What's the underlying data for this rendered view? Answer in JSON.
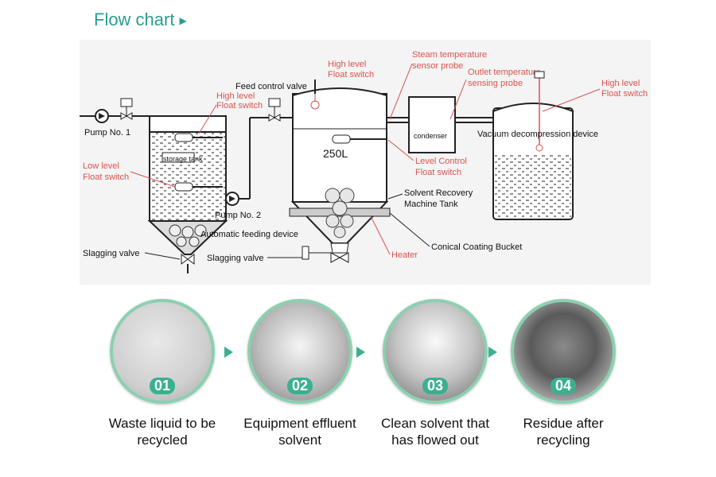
{
  "header": {
    "title": "Flow chart"
  },
  "diagram": {
    "labels": {
      "pump1": "Pump No. 1",
      "high_level_float_1": "High level\nFloat switch",
      "storage_tank": "storage tank",
      "low_level_float": "Low level\nFloat switch",
      "pump2": "Pump No. 2",
      "auto_feed": "Automatic feeding device",
      "slagging_valve_1": "Slagging valve",
      "slagging_valve_2": "Slagging valve",
      "feed_control_valve": "Feed control valve",
      "high_level_float_2": "High level\nFloat switch",
      "tank_volume": "250L",
      "level_control": "Level Control\nFloat switch",
      "solvent_recovery": "Solvent Recovery\nMachine Tank",
      "heater": "Heater",
      "conical_bucket": "Conical Coating Bucket",
      "steam_probe": "Steam temperature\nsensor probe",
      "condenser": "condenser",
      "outlet_probe": "Outlet temperature\nsensing probe",
      "vacuum_device": "Vacuum decompression device",
      "high_level_float_3": "High level\nFloat switch"
    }
  },
  "steps": [
    {
      "number": "01",
      "caption_line1": "Waste liquid to be",
      "caption_line2": "recycled"
    },
    {
      "number": "02",
      "caption_line1": "Equipment effluent",
      "caption_line2": "solvent"
    },
    {
      "number": "03",
      "caption_line1": "Clean solvent that",
      "caption_line2": "has flowed out"
    },
    {
      "number": "04",
      "caption_line1": "Residue after",
      "caption_line2": "recycling"
    }
  ],
  "colors": {
    "accent": "#2a9d8f",
    "callout": "#d9534f",
    "line": "#222222",
    "liquid": "#cccccc"
  }
}
